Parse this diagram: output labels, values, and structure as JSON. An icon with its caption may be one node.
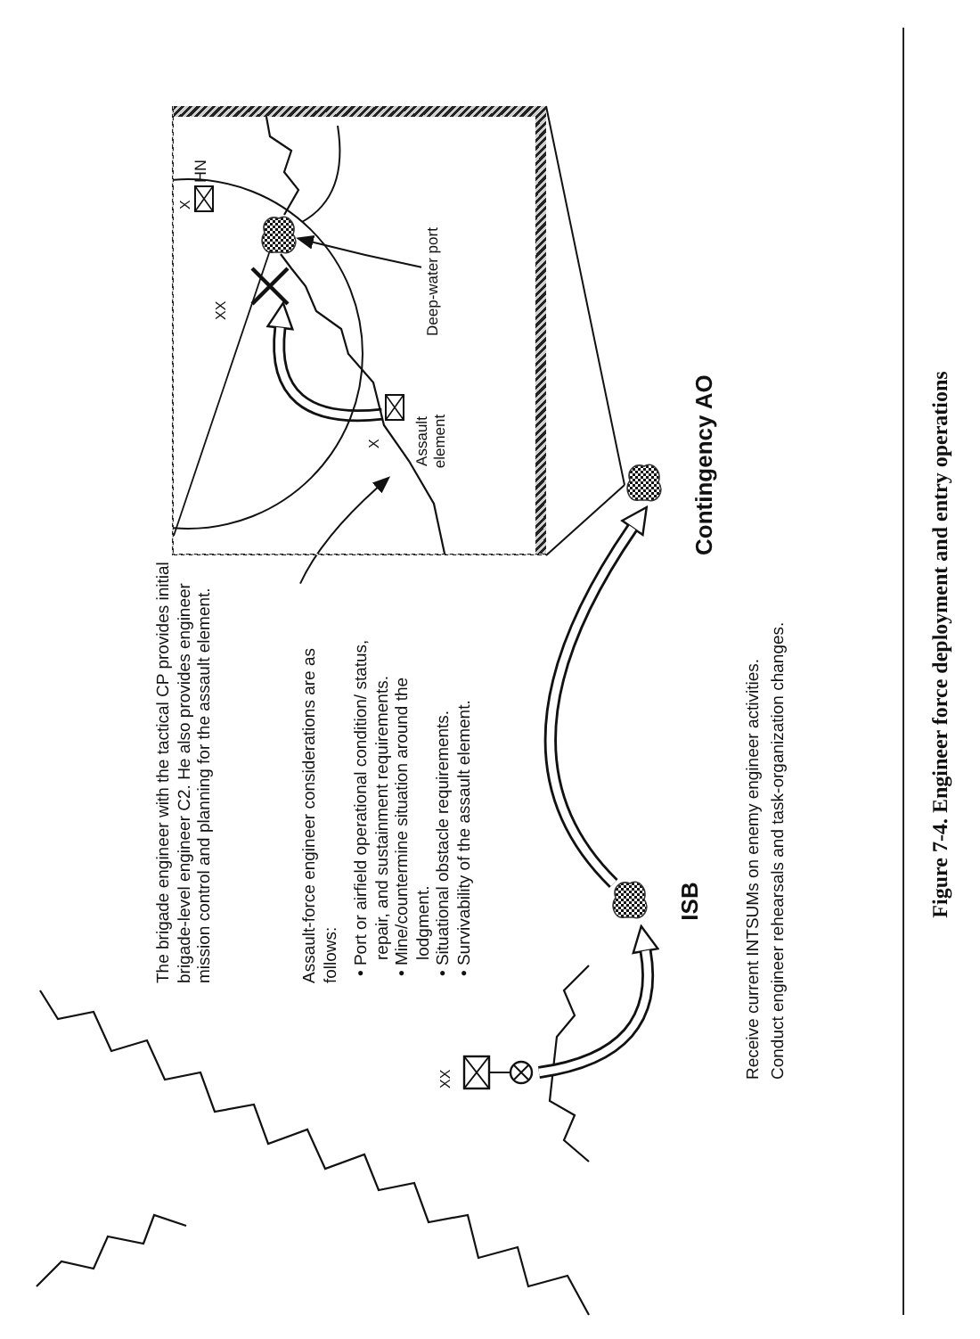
{
  "diagram": {
    "caption": "Figure 7-4. Engineer force deployment and entry operations",
    "nodes": [
      {
        "text": [
          "The brigade engineer with the tactical CP provides initial brigade-level engineer C2. He also provides engineer mission control and planning for the assault element."
        ]
      },
      {
        "text": [
          "Assault-force engineer considerations are as follows:",
          "• Port or airfield operational condition/ status, repair, and sustainment requirements.",
          "• Mine/countermine situation around the lodgment.",
          "• Situational obstacle requirements.",
          "• Survivability of the assault element."
        ]
      },
      {
        "text": [],
        "shape": "box"
      },
      {
        "text": [
          "ISB"
        ]
      },
      {
        "text": [
          "Contingency AO"
        ]
      },
      {
        "text": [],
        "shape": "box"
      },
      {
        "text": [
          "Assault element"
        ],
        "in": 5
      },
      {
        "text": [],
        "shape": "cross",
        "in": 5
      },
      {
        "text": [
          "Deep-water port"
        ],
        "in": 5
      },
      {
        "text": [],
        "shape": "blob",
        "in": 5
      }
    ],
    "edges": [
      {
        "from": 2,
        "to": 3,
        "arrow": "to",
        "style": "thick"
      },
      {
        "from": 3,
        "to": 4,
        "arrow": "to",
        "style": "thick"
      },
      {
        "from": 1,
        "to": 6,
        "arrow": "to"
      },
      {
        "from": 4,
        "to": 5,
        "arrow": "none"
      },
      {
        "from": 4,
        "to": 5,
        "arrow": "none"
      },
      {
        "from": 6,
        "to": 7,
        "arrow": "to",
        "style": "thick"
      },
      {
        "from": 8,
        "to": 9,
        "arrow": "to"
      }
    ],
    "labels": [
      "XX",
      "X",
      "HN",
      "XX",
      "X",
      "Receive current INTSUMs on enemy engineer activities.",
      "Conduct engineer rehearsals and task-organization changes."
    ]
  }
}
